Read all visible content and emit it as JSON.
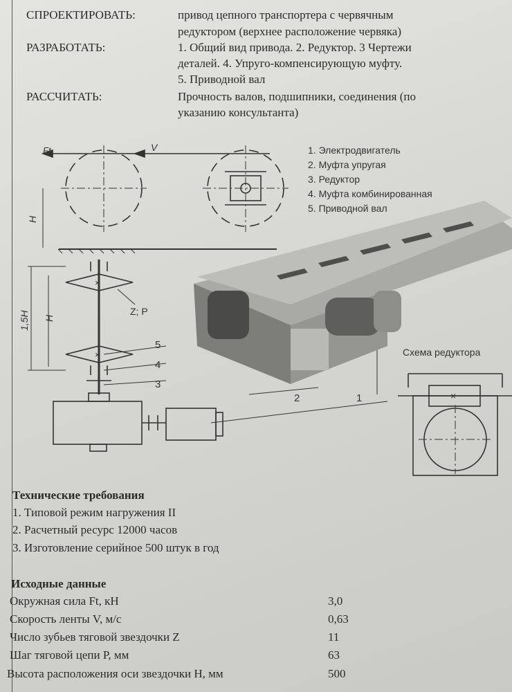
{
  "task": [
    {
      "label": "СПРОЕКТИРОВАТЬ:",
      "lines": [
        "привод цепного транспортера с червячным",
        "редуктором (верхнее расположение червяка)"
      ]
    },
    {
      "label": "РАЗРАБОТАТЬ:",
      "lines": [
        "1. Общий вид привода. 2. Редуктор. 3 Чертежи",
        "деталей. 4. Упруго-компенсирующую муфту.",
        "5. Приводной вал"
      ]
    },
    {
      "label": "РАССЧИТАТЬ:",
      "lines": [
        "Прочность валов, подшипники, соединения (по",
        "указанию консультанта)"
      ]
    }
  ],
  "diagram": {
    "force_label": "Ft",
    "velocity_label": "V",
    "height_label": "H",
    "height15_label": "1,5H",
    "height2_label": "H",
    "zp_label": "Z; P",
    "callouts": [
      "1",
      "2",
      "3",
      "4",
      "5"
    ],
    "cross_mark": "×",
    "legend": [
      "1. Электродвигатель",
      "2. Муфта упругая",
      "3. Редуктор",
      "4. Муфта комбинированная",
      "5. Приводной вал"
    ],
    "reducer_title": "Схема редуктора"
  },
  "requirements": {
    "title": "Технические требования",
    "items": [
      "1. Типовой режим нагружения II",
      "2. Расчетный ресурс 12000 часов",
      "3. Изготовление серийное 500 штук в год"
    ]
  },
  "input_data": {
    "title": "Исходные данные",
    "rows": [
      {
        "label": "Окружная сила Ft, кН",
        "value": "3,0"
      },
      {
        "label": "Скорость ленты V, м/с",
        "value": "0,63"
      },
      {
        "label": "Число зубьев тяговой звездочки Z",
        "value": "11"
      },
      {
        "label": "Шаг тяговой цепи P, мм",
        "value": "63"
      },
      {
        "label": "Высота расположения оси звездочки H, мм",
        "value": "500"
      }
    ]
  }
}
